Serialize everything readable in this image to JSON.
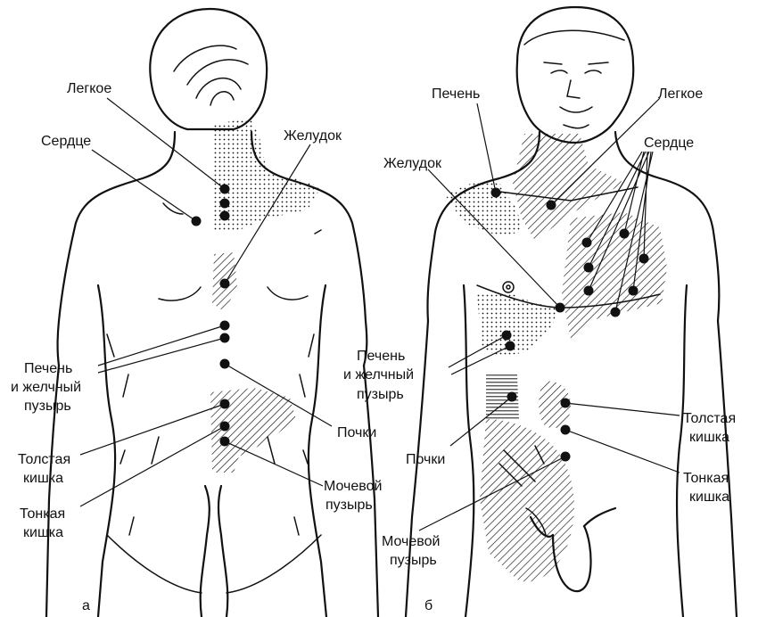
{
  "figure_a": {
    "panel_label": "а",
    "labels": {
      "lung": "Легкое",
      "heart": "Сердце",
      "stomach": "Желудок",
      "liver_line1": "Печень",
      "liver_line2": "и желчный",
      "liver_line3": "пузырь",
      "kidneys": "Почки",
      "colon_line1": "Толстая",
      "colon_line2": "кишка",
      "small_line1": "Тонкая",
      "small_line2": "кишка",
      "bladder_line1": "Мочевой",
      "bladder_line2": "пузырь"
    }
  },
  "figure_b": {
    "panel_label": "б",
    "labels": {
      "liver": "Печень",
      "lung": "Легкое",
      "heart": "Сердце",
      "stomach": "Желудок",
      "liver_line1": "Печень",
      "liver_line2": "и желчный",
      "liver_line3": "пузырь",
      "kidneys": "Почки",
      "colon_line1": "Толстая",
      "colon_line2": "кишка",
      "small_line1": "Тонкая",
      "small_line2": "кишка",
      "bladder_line1": "Мочевой",
      "bladder_line2": "пузырь"
    }
  }
}
